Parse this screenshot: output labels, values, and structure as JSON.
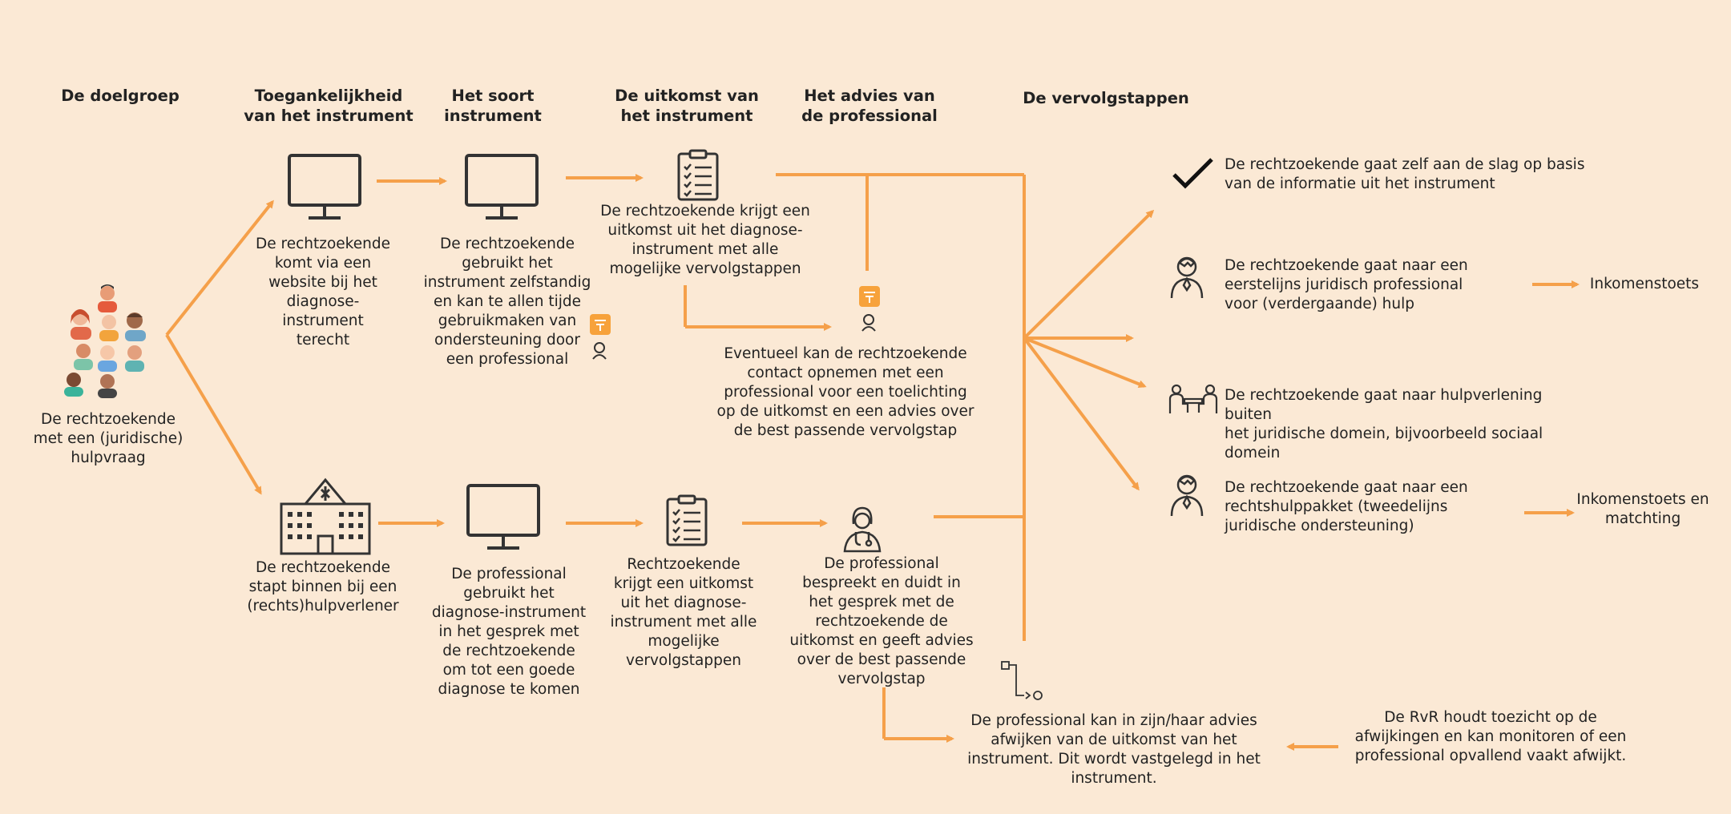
{
  "headers": {
    "doelgroep": "De doelgroep",
    "toegankelijkheid": "Toegankelijkheid\nvan het instrument",
    "soort": "Het soort\ninstrument",
    "uitkomst": "De uitkomst van\nhet instrument",
    "advies": "Het advies van\nde professional",
    "vervolgstappen": "De vervolgstappen"
  },
  "target_group": "De rechtzoekende\nmet een (juridische)\nhulpvraag",
  "top_route": {
    "access": "De rechtzoekende\nkomt via een\nwebsite bij het\ndiagnose-\ninstrument\nterecht",
    "instrument": "De rechtzoekende\ngebruikt het\ninstrument zelfstandig\nen kan te allen tijde\ngebruikmaken van\nondersteuning door\neen professional",
    "outcome": "De rechtzoekende krijgt een\nuitkomst uit het diagnose-\ninstrument met alle\nmogelijke vervolgstappen",
    "optional_contact": "Eventueel kan de rechtzoekende\ncontact opnemen met een\nprofessional voor een toelichting\nop de uitkomst en een advies over\nde best passende vervolgstap"
  },
  "bottom_route": {
    "access": "De rechtzoekende\nstapt binnen bij een\n(rechts)hulpverlener",
    "instrument": "De professional\ngebruikt het\ndiagnose-instrument\nin het gesprek met\nde rechtzoekende\nom tot een goede\ndiagnose te komen",
    "outcome": "Rechtzoekende\nkrijgt een uitkomst\nuit het diagnose-\ninstrument met alle\nmogelijke\nvervolgstappen",
    "advice": "De professional\nbespreekt en duidt in\nhet gesprek met de\nrechtzoekende de\nuitkomst en geeft advies\nover de best passende\nvervolgstap"
  },
  "next_steps": [
    {
      "text": "De rechtzoekende gaat zelf aan de slag op basis\nvan de informatie uit het instrument",
      "icon": "checkmark-icon",
      "extra": ""
    },
    {
      "text": "De rechtzoekende gaat naar een\neerstelijns juridisch professional\nvoor (verdergaande) hulp",
      "icon": "lawyer-icon",
      "extra": "Inkomenstoets"
    },
    {
      "text": "De rechtzoekende gaat naar hulpverlening buiten\nhet juridische domein, bijvoorbeeld sociaal\ndomein",
      "icon": "meeting-icon",
      "extra": ""
    },
    {
      "text": "De rechtzoekende gaat naar een\nrechtshulppakket (tweedelijns\njuridische ondersteuning)",
      "icon": "lawyer-icon",
      "extra": "Inkomenstoets en\nmatchting"
    }
  ],
  "deviation_note": "De professional kan in zijn/haar advies\nafwijken van de uitkomst van het\ninstrument. Dit wordt vastgelegd in het\ninstrument.",
  "supervision_note": "De RvR houdt toezicht op de\nafwijkingen en kan monitoren of een\nprofessional opvallend vaakt afwijkt.",
  "colors": {
    "background": "#fbe9d5",
    "accent": "#f7a23b",
    "arrow": "#f5a04a",
    "ink": "#3a3a3a"
  }
}
